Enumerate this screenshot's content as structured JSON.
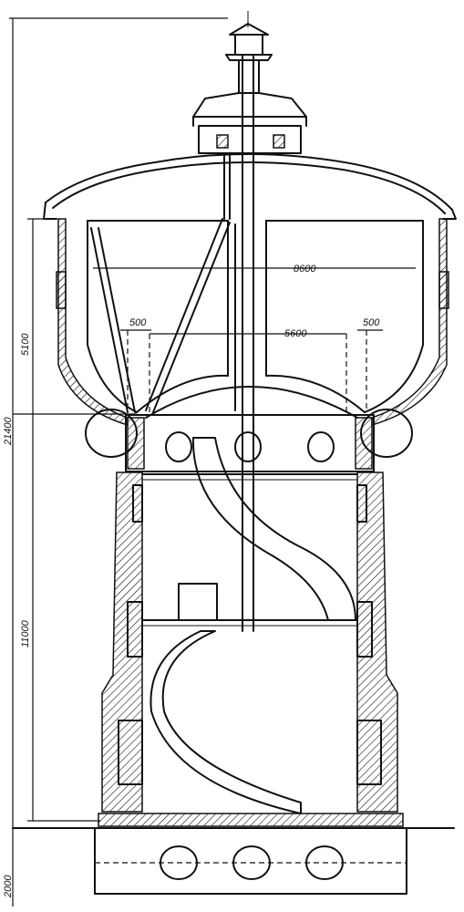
{
  "dimensions": {
    "overall_height": "21400",
    "tank_height": "5100",
    "shaft_height": "11000",
    "foundation_depth": "2000",
    "tank_outer_width": "8600",
    "inner_width": "5600",
    "left_offset": "500",
    "right_offset": "500"
  }
}
